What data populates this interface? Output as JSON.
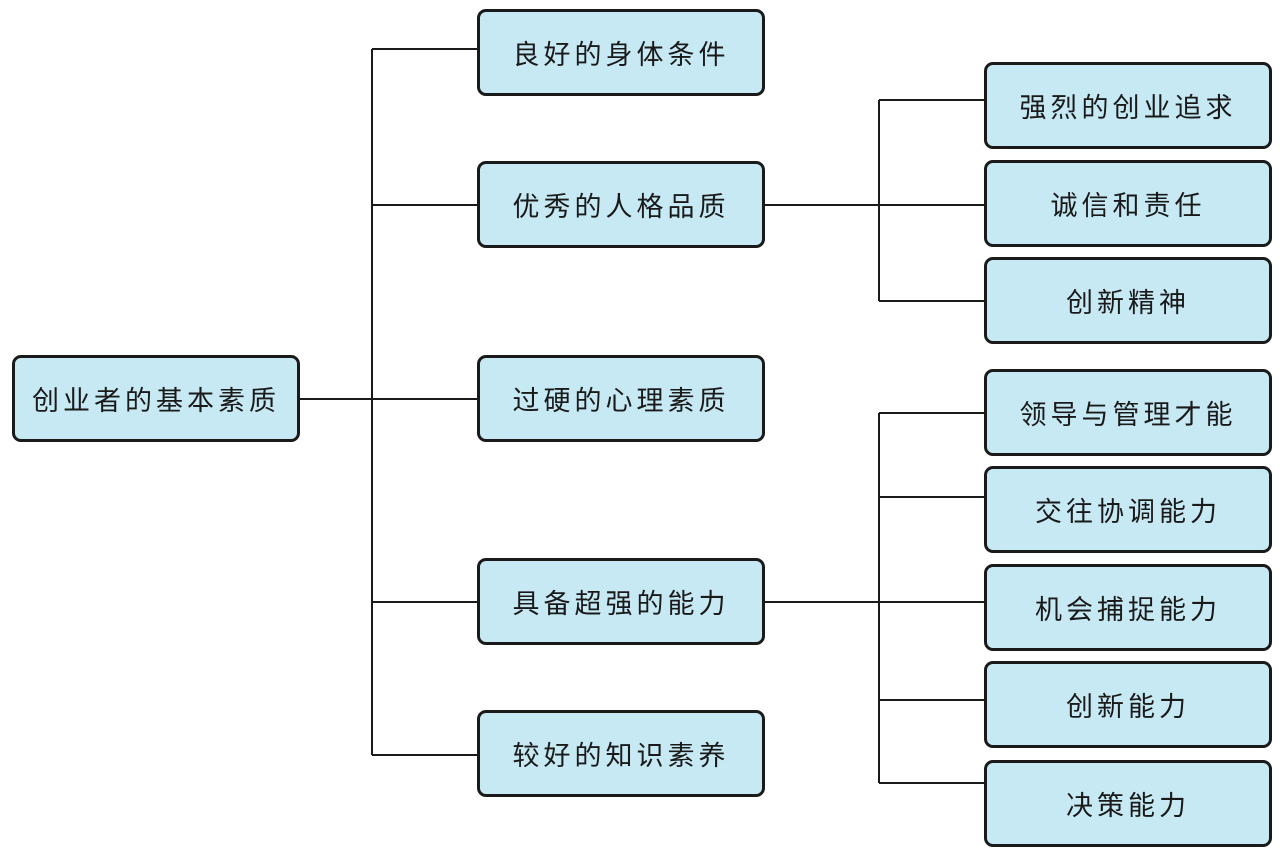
{
  "root": {
    "label": "创业者的基本素质"
  },
  "qualities": [
    {
      "label": "良好的身体条件"
    },
    {
      "label": "优秀的人格品质"
    },
    {
      "label": "过硬的心理素质"
    },
    {
      "label": "具备超强的能力"
    },
    {
      "label": "较好的知识素养"
    }
  ],
  "personality_traits": [
    {
      "label": "强烈的创业追求"
    },
    {
      "label": "诚信和责任"
    },
    {
      "label": "创新精神"
    }
  ],
  "abilities": [
    {
      "label": "领导与管理才能"
    },
    {
      "label": "交往协调能力"
    },
    {
      "label": "机会捕捉能力"
    },
    {
      "label": "创新能力"
    },
    {
      "label": "决策能力"
    }
  ],
  "colors": {
    "node_fill": "#c7e9f4",
    "node_border": "#1a1a1a",
    "connector": "#1a1a1a"
  }
}
